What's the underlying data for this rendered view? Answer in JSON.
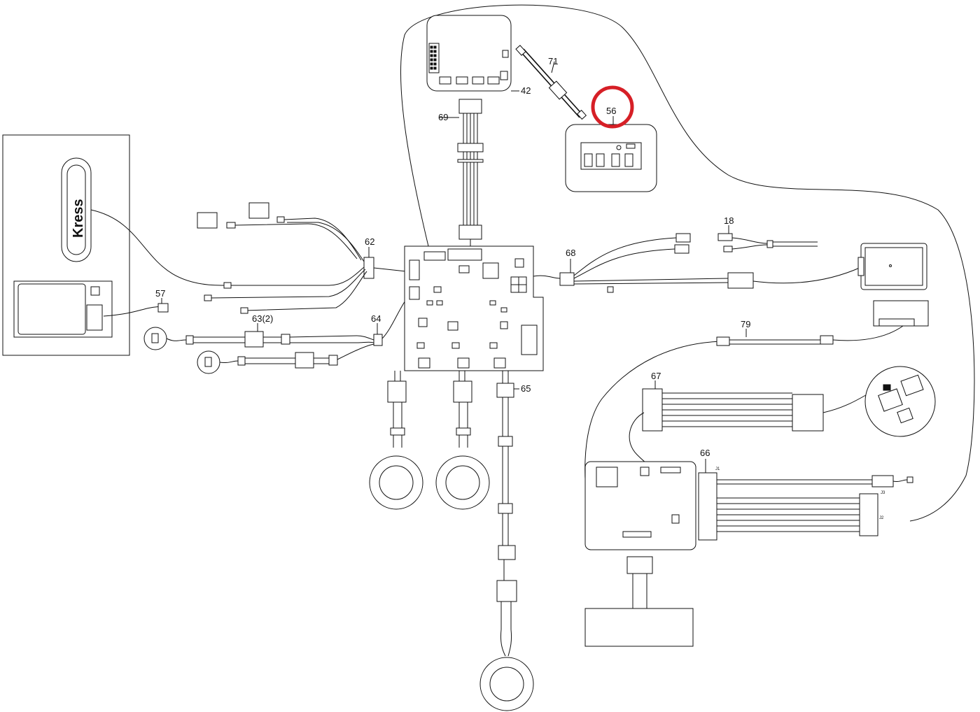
{
  "callouts": {
    "c42": "42",
    "c69": "69",
    "c71": "71",
    "c56": "56",
    "c62": "62",
    "c68": "68",
    "c18": "18",
    "c57": "57",
    "c63": "63(2)",
    "c64": "64",
    "c65": "65",
    "c79": "79",
    "c67": "67",
    "c66": "66"
  },
  "connectors": {
    "j1": "J1",
    "j2": "J2",
    "j3": "J3"
  },
  "brand": "Kress",
  "highlight": {
    "target": "56",
    "color": "#d61f26"
  }
}
